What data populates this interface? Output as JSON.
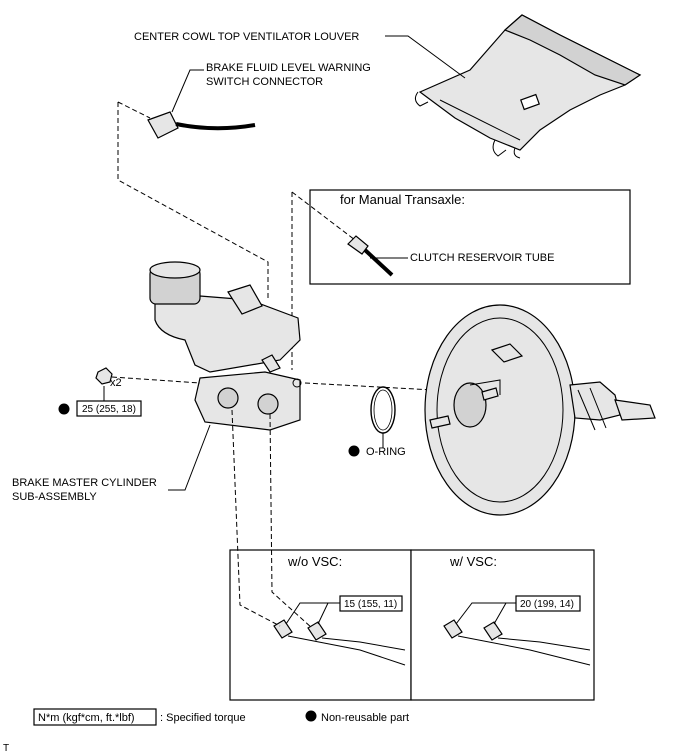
{
  "labels": {
    "louver": "CENTER COWL TOP VENTILATOR LOUVER",
    "fluid_connector_line1": "BRAKE FLUID LEVEL WARNING",
    "fluid_connector_line2": "SWITCH CONNECTOR",
    "manual_transaxle": "for Manual Transaxle:",
    "clutch_tube": "CLUTCH RESERVOIR TUBE",
    "qty": "x2",
    "torque_nut": "25 (255, 18)",
    "oring": "O-RING",
    "master_cyl_line1": "BRAKE MASTER CYLINDER",
    "master_cyl_line2": "SUB-ASSEMBLY",
    "wo_vsc": "w/o VSC:",
    "w_vsc": "w/ VSC:",
    "torque_wo_vsc": "15 (155, 11)",
    "torque_w_vsc": "20 (199, 14)"
  },
  "legend": {
    "torque_unit": "N*m (kgf*cm, ft.*lbf)",
    "torque_desc": ": Specified torque",
    "nonreusable": "Non-reusable part"
  },
  "corner_mark": "T"
}
